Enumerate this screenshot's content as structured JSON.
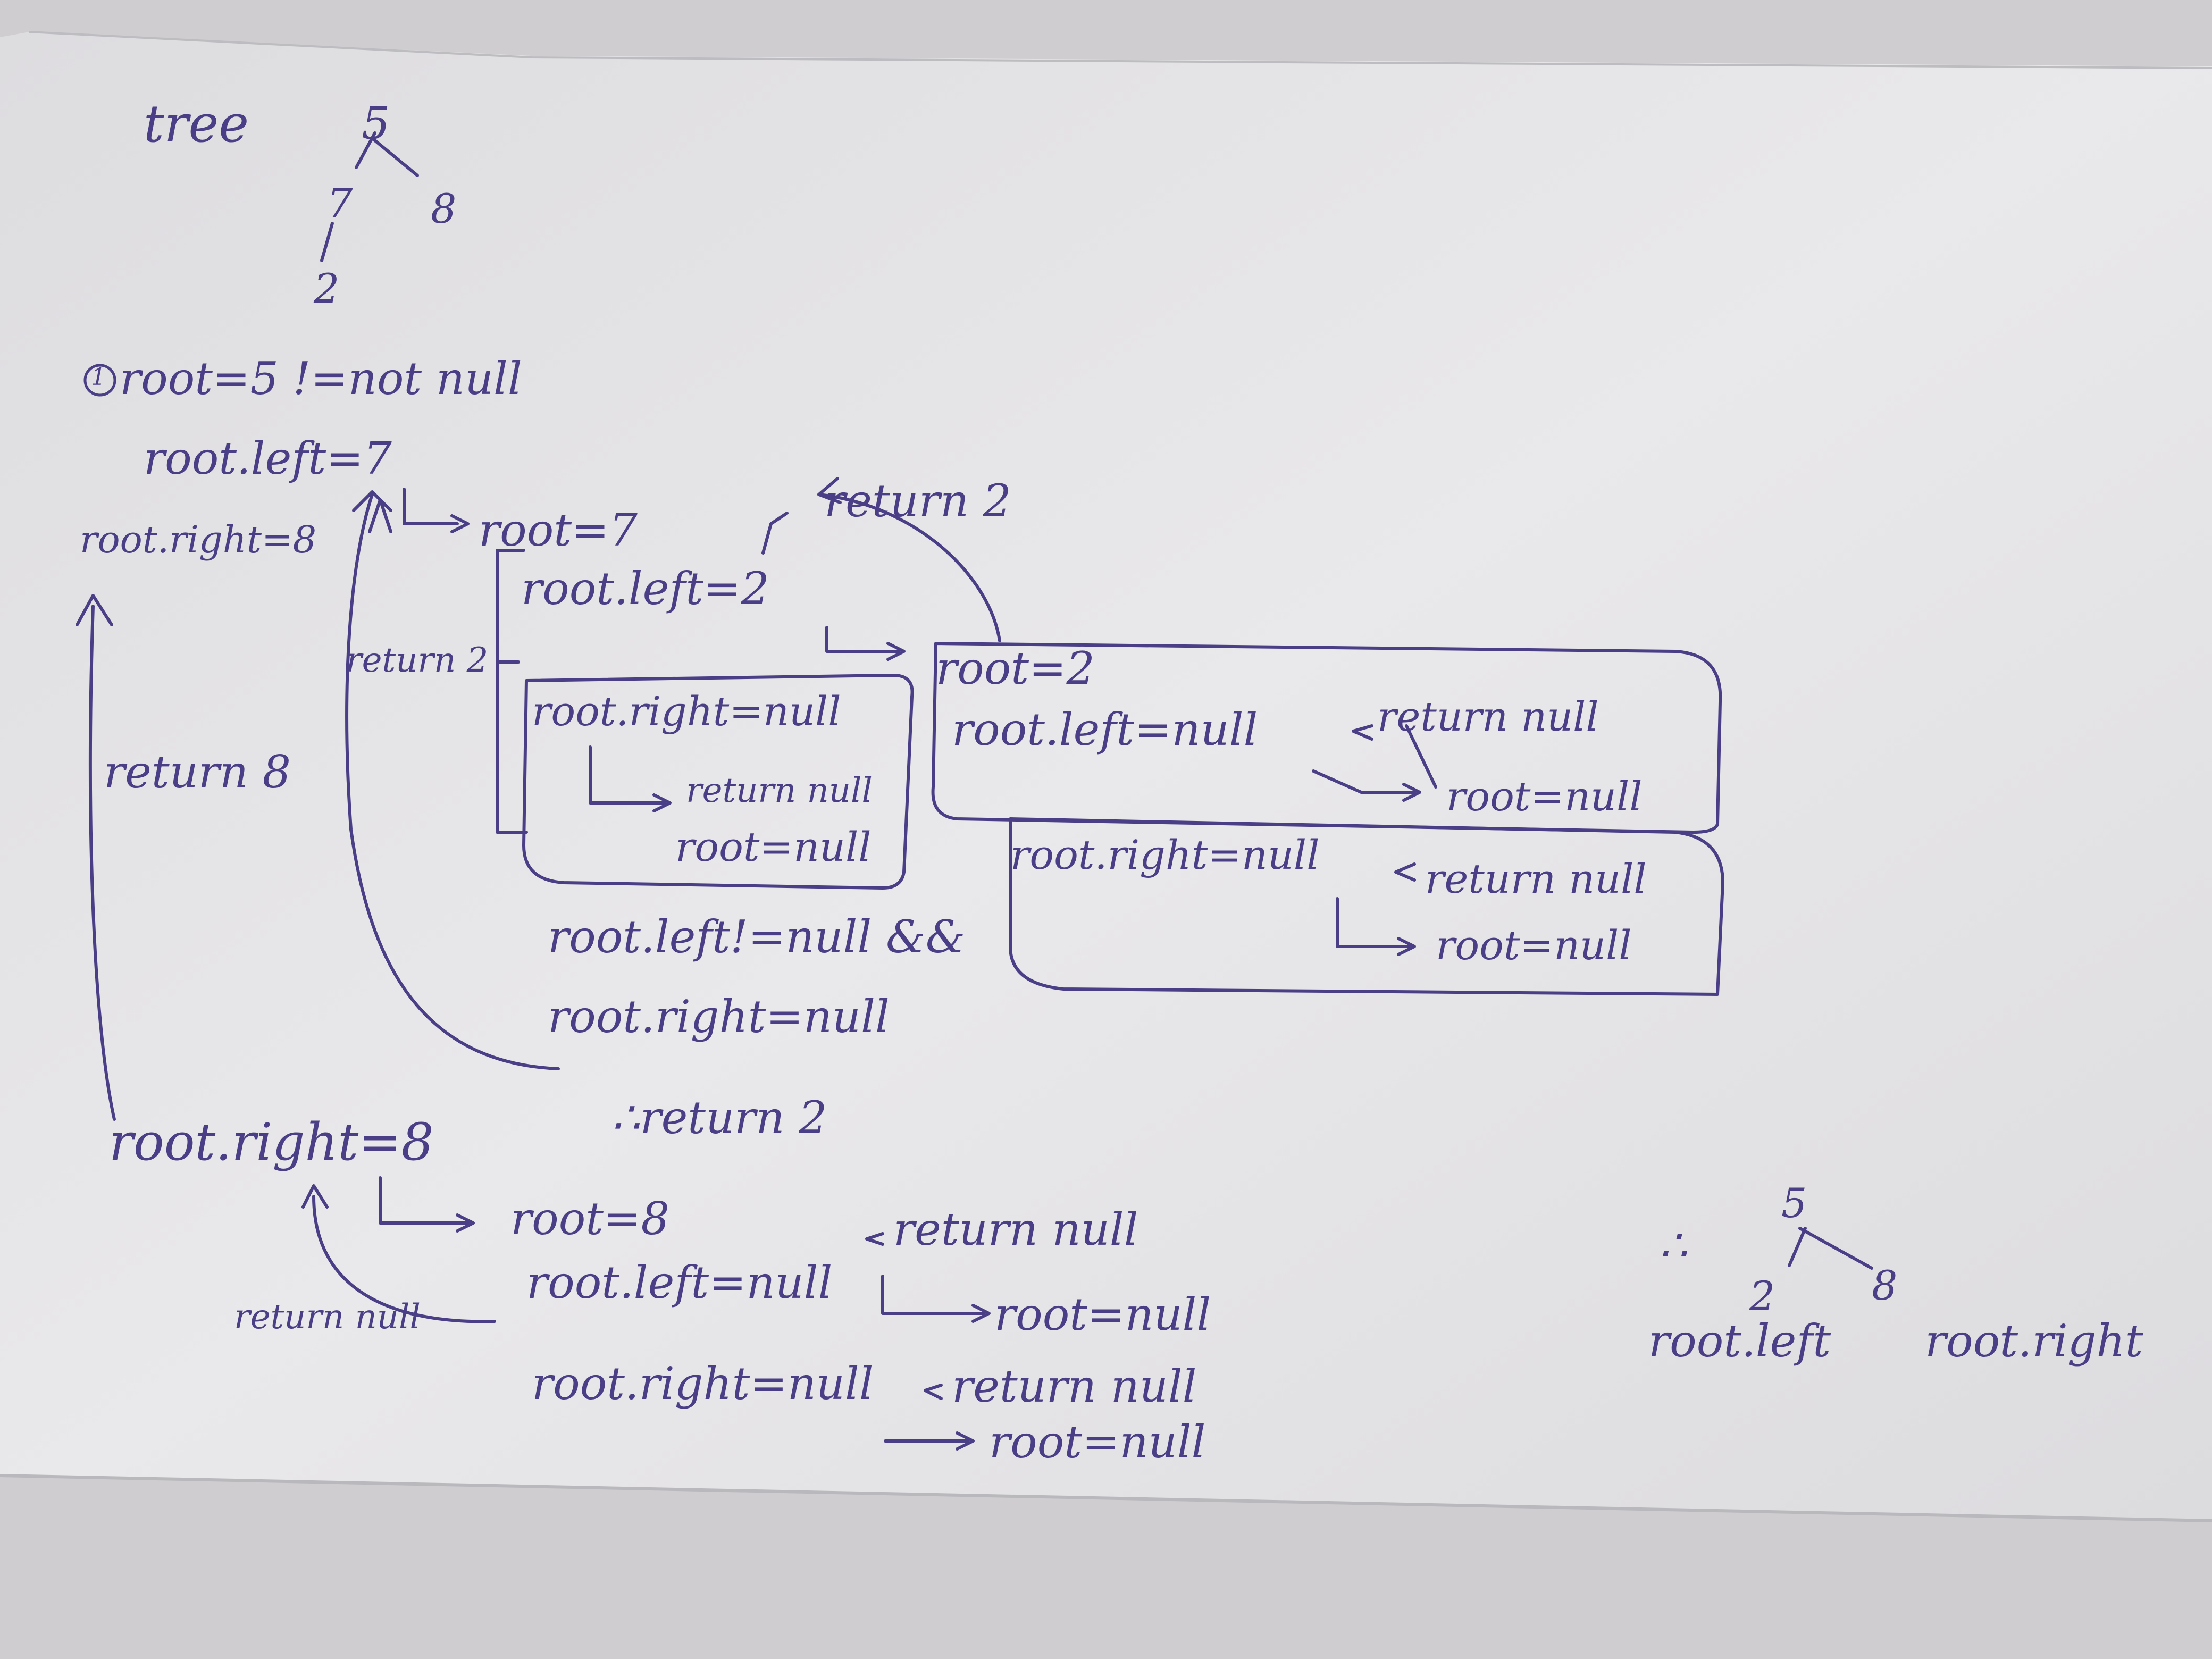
{
  "title": "tree",
  "tree_top": {
    "root": "5",
    "left": "7",
    "right": "8",
    "left_left": "2"
  },
  "step_marker": "1",
  "step1": {
    "root_line": "root=5 !=not null",
    "left_line": "root.left=7",
    "right_line": "root.right=8"
  },
  "node7": {
    "root": "root=7",
    "left": "root.left=2",
    "return_label": "return 2",
    "return_left": "return 2",
    "right_box": {
      "right": "root.right=null",
      "ret": "return null",
      "root": "root=null"
    },
    "cond1": "root.left!=null &&",
    "cond2": "root.right=null",
    "result": "∴return 2"
  },
  "node2": {
    "root": "root=2",
    "left_box": {
      "left": "root.left=null",
      "ret": "return null",
      "root": "root=null"
    },
    "right_box": {
      "right": "root.right=null",
      "ret": "return null",
      "root": "root=null"
    }
  },
  "return8": "return 8",
  "node8": {
    "parent": "root.right=8",
    "root": "root=8",
    "left": "root.left=null",
    "left_ret": "return null",
    "left_root": "root=null",
    "right": "root.right=null",
    "right_ret": "return null",
    "right_root": "root=null",
    "return_null": "return null"
  },
  "result_tree": {
    "prefix": "∴",
    "root": "5",
    "left": "2",
    "right": "8",
    "left_label": "root.left",
    "right_label": "root.right"
  },
  "colors": {
    "ink": "#4a3f86",
    "paper": "#e6e5e7",
    "background": "#cfcdd0"
  }
}
